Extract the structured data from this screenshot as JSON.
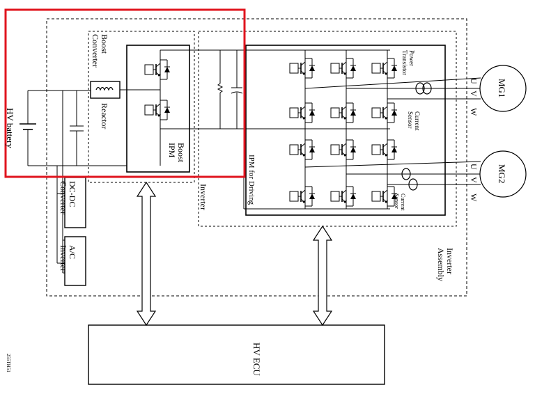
{
  "labels": {
    "boost_converter": "Boost\nConverter",
    "reactor": "Reactor",
    "boost_ipm": "Boost\nIPM",
    "hv_battery": "HV battery",
    "inverter": "Inverter",
    "ipm_driving": "IPM for Driving",
    "power_transistor": "Power\nTransistor",
    "current_sensor_1": "Current\nSensor",
    "current_sensor_2": "Current\nSensor",
    "dcdc": "DC-DC\nConverter",
    "ac_inverter": "A/C\nInverter",
    "inverter_assembly": "Inverter\nAssembly",
    "hv_ecu": "HV ECU",
    "mg1": "MG1",
    "mg2": "MG2",
    "u1": "U",
    "v1": "V",
    "w1": "W",
    "u2": "U",
    "v2": "V",
    "w2": "W",
    "figure_id": "255TH51"
  },
  "highlight_color": "#e0141e",
  "line_color": "#000000"
}
